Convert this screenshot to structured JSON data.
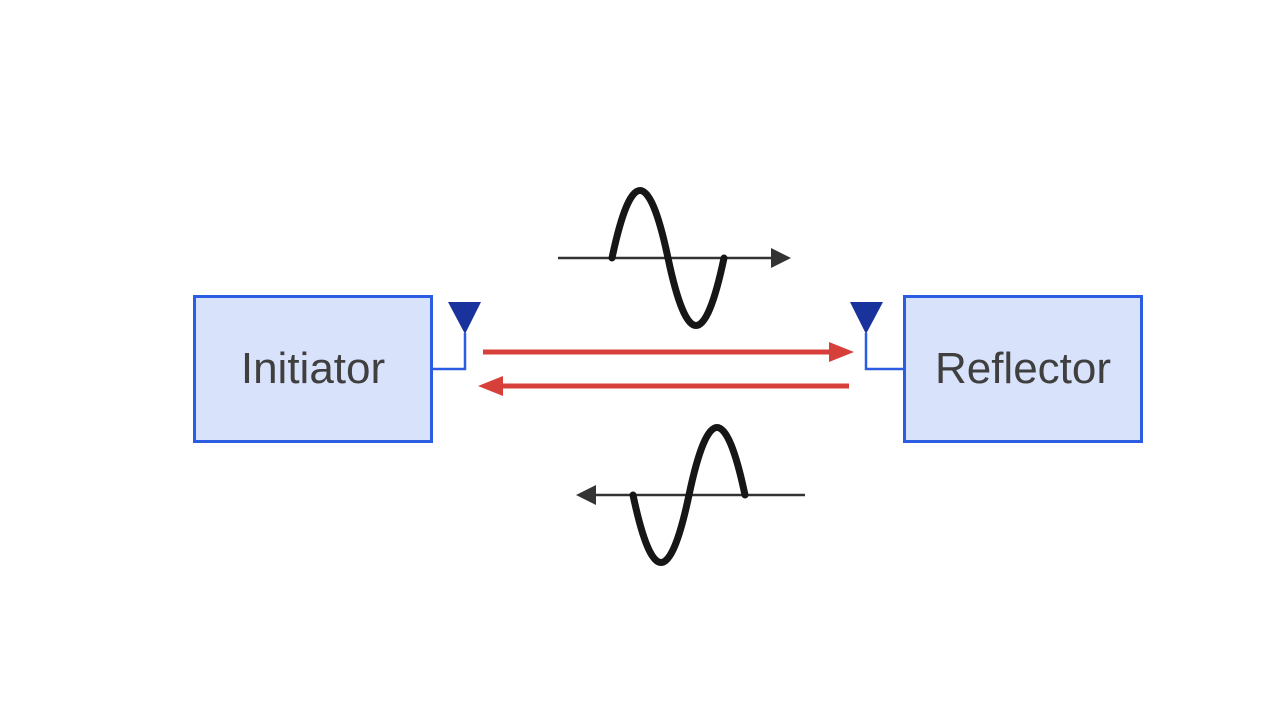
{
  "diagram": {
    "type": "two-way-ranging-diagram",
    "nodes": [
      {
        "id": "initiator",
        "label": "Initiator",
        "antenna": "down-triangle-antenna"
      },
      {
        "id": "reflector",
        "label": "Reflector",
        "antenna": "down-triangle-antenna"
      }
    ],
    "links": [
      {
        "id": "forward-signal",
        "from": "initiator",
        "to": "reflector",
        "direction": "right",
        "style": "solid-arrow"
      },
      {
        "id": "return-signal",
        "from": "reflector",
        "to": "initiator",
        "direction": "left",
        "style": "solid-arrow"
      }
    ],
    "waves": [
      {
        "id": "outgoing-wave",
        "direction": "right",
        "phase": "positive-half-first",
        "position": "above-links"
      },
      {
        "id": "return-wave",
        "direction": "left",
        "phase": "negative-half-first",
        "position": "below-links"
      }
    ]
  },
  "colors": {
    "node_fill": "#d8e2fa",
    "node_border": "#2b5ce2",
    "antenna_navy": "#1a339c",
    "signal_red": "#d7403a",
    "wave_black": "#161616",
    "axis_dark": "#333333",
    "label_color": "#3f3f3f",
    "background": "#ffffff"
  }
}
